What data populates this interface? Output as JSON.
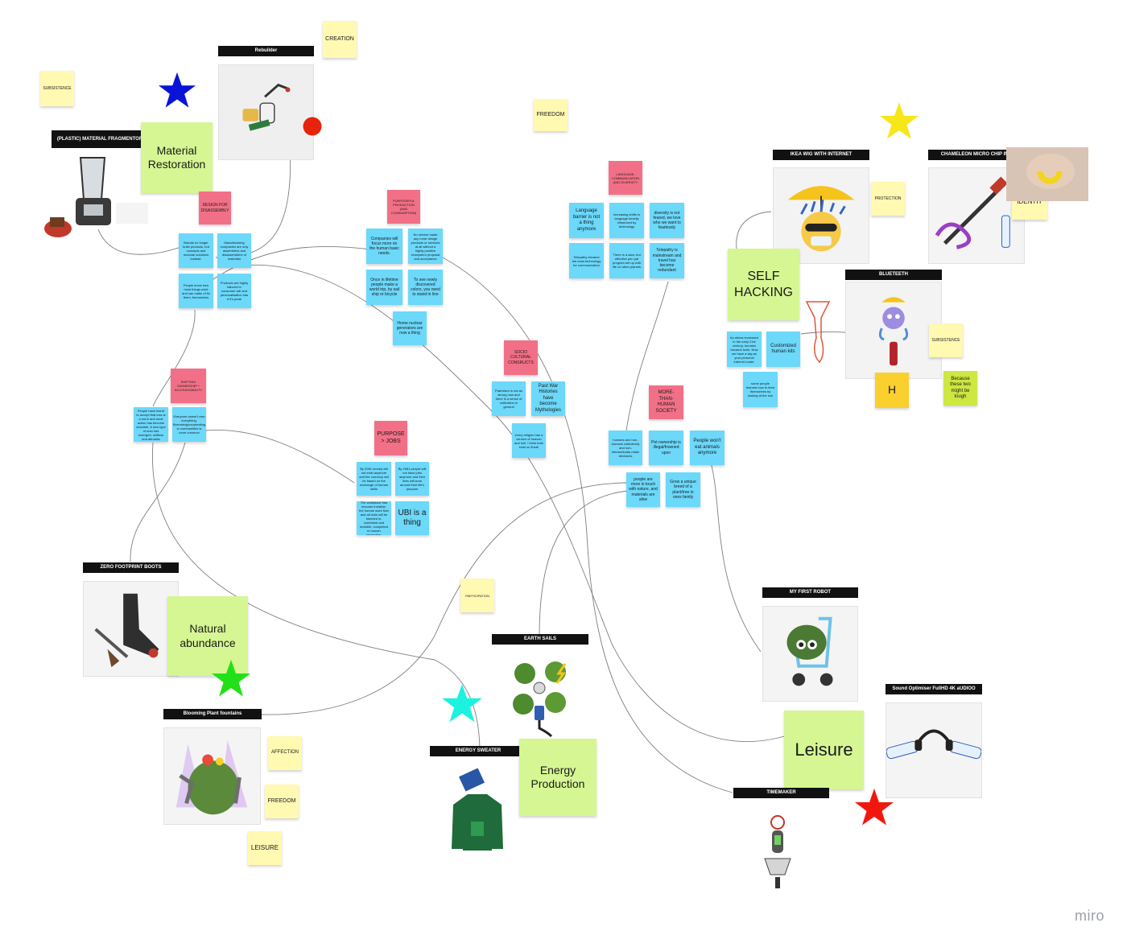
{
  "logo": "miro",
  "frames": {
    "rebuilder": "Rebuilder",
    "plastic_fragmentor": "(PLASTIC) MATERIAL FRAGMENTOR",
    "ikea_wig": "IKEA WIG WITH INTERNET",
    "chameleon_chip": "CHAMELEON MICRO CHIP IMP",
    "blueteeth": "BLUETEETH",
    "zero_footprint": "ZERO FOOTPRINT BOOTS",
    "my_first_robot": "MY FIRST ROBOT",
    "earth_sails": "EARTH SAILS",
    "sound_optimiser": "Sound Optimiser FullHD 4K aUDIOO",
    "blooming_fountains": "Blooming Plant fountains",
    "energy_sweater": "ENERGY SWEATER",
    "timemaker": "TIMEMAKER"
  },
  "needs": {
    "creation": "CREATION",
    "subsistence_left": "SUBSISTENCE",
    "freedom_top": "FREEDOM",
    "protection": "PROTECTION",
    "identity": "IDENTIY",
    "subsistence_right": "SUBSISTENCE",
    "participation": "PARTICIPATION",
    "affection": "AFFECTION",
    "freedom_bottom": "FREEDOM",
    "leisure_small": "LEISURE"
  },
  "themes": {
    "material_restoration": "Material Restoration",
    "self_hacking": "SELF HACKING",
    "natural_abundance": "Natural abundance",
    "energy_production": "Energy Production",
    "leisure": "Leisure",
    "h": "H",
    "because": "Because these two might be tough"
  },
  "categories": {
    "design_disassembly": "DESIGN FOR DISASSEMBLY",
    "purposeful_production": "PURPOSEFUL PRODUCTION (AND CONSUMPTION)",
    "language": "LANGUAGE, COMMUNICATION AND DIVERSITY",
    "socio_cultural": "SOCIO CULTURAL CONSRUCTS",
    "shifting_ownership": "SHIFTING OWNERSHIP + ACCOUNTABILITY",
    "purpose_jobs": "PURPOSE > JOBS",
    "more_than_human": "MORE-THAN-HUMAN SOCIETY"
  },
  "ideas": {
    "brands": "Brands no longer build products, but concepts and modular solutions instead.",
    "manufacturing": "Manufacturing companies are only assemblers and disassemblers of materials",
    "people_know": "People know how most things work and can make of fix them, themselves",
    "products_tailored": "Products are highly tailored to consumer will and personalisation has it it's peak",
    "companies_focus": "Companies will focus more on the human basic needs.",
    "no_service": "No service made any more design products or services at all without a highly positive ecosystem proposal and acceptance",
    "once_lifetime": "Once in lifetime people make a world trip, by sail ship or bicycle",
    "see_colors": "To see newly discovered colors, you need to stand in line",
    "home_nuclear": "Home nuclear generators are now a thing",
    "language_barrier": "Language barrier is not a thing anymore",
    "shifts_language": "Increasing shifts in language heavily influenced by technology",
    "diversity": "diversity is not feared, we love who we want to fearlessly",
    "telepathy_main": "Telepathy became the main technology for communication",
    "slow_pair": "There is a slow, but effective pen pal program set up with life on other planets",
    "telepathy_mainstream": "Telepathy is mainstream and travel has become redundant",
    "patriotism": "Patriotism is not as strong now and there is a sense of unification in general",
    "past_war": "Past War Histories have become Mythologies",
    "every_religion": "every religion has a version of heaven and hell. I think both exist on Earth",
    "people_learn_stories": "People have learnt to accept that loss is a norm and most action has become obsolete. A new type of man has emerged, selfless and altruistic",
    "everyone_owns": "Everyone doesn't own everything. Borrowing/cooperating in communities is more common",
    "money_value": "By 2081 money will not exist anymore and the currency will be based on the exchange of human skills",
    "no_jobs": "By 2081 people will not have jobs anymore and their lives will work around their life's purpose",
    "workplace": "The workplace has become invisible; the human work flow and all tools will be blended in, combined and invisible, completed in human production.",
    "ubi": "UBI is a thing",
    "humans_nonhumans": "humans and non-humans collectively and non-hierarchically make decisions",
    "pet_ownership": "Pet ownership is illegal/frowned upon",
    "no_animals": "People won't eat animals anymore",
    "in_touch_nature": "people are more in touch with nature, and materials are alive",
    "unique_breed": "Grow a unique breed of a plant/tree in ones family",
    "as_stress": "As stress increased in the early 21st century, humans became tools. Now we have a wig as your personal internet router.",
    "customized_kits": "Customized human kits",
    "learned_feed": "some people learned how to feed themselves by looking at the sun"
  }
}
